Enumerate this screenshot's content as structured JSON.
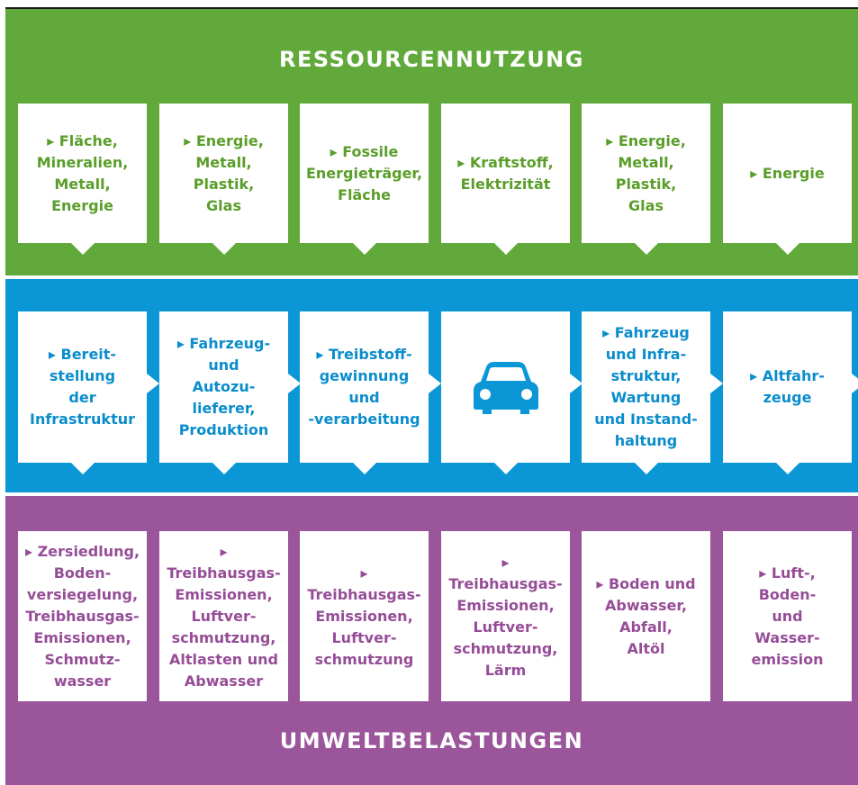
{
  "colors": {
    "green": "#61a93a",
    "blue": "#0b97d6",
    "purple": "#9b559b",
    "dark_line": "#1a1a1a"
  },
  "resource": {
    "title": "RESSOURCENNUTZUNG",
    "boxes": [
      "▸ Fläche,\nMineralien,\nMetall,\nEnergie",
      "▸ Energie,\nMetall,\nPlastik,\nGlas",
      "▸ Fossile\nEnergieträger,\nFläche",
      "▸ Kraftstoff,\nElektrizität",
      "▸ Energie,\nMetall,\nPlastik,\nGlas",
      "▸ Energie"
    ]
  },
  "lifecycle": {
    "boxes": [
      "▸ Bereit-\nstellung\nder\nInfrastruktur",
      "▸ Fahrzeug-\nund\nAutozu-\nlieferer,\nProduktion",
      "▸ Treibstoff-\ngewinnung\nund\n-verarbeitung",
      "",
      "▸ Fahrzeug\nund Infra-\nstruktur,\nWartung\nund Instand-\nhaltung",
      "▸ Altfahr-\nzeuge"
    ],
    "center_icon": "car-icon"
  },
  "environment": {
    "title": "UMWELTBELASTUNGEN",
    "boxes": [
      "▸ Zersiedlung,\nBoden-\nversiegelung,\nTreibhausgas-\nEmissionen,\nSchmutz-\nwasser",
      "▸ Treibhausgas-\nEmissionen,\nLuftver-\nschmutzung,\nAltlasten und\nAbwasser",
      "▸ Treibhausgas-\nEmissionen,\nLuftver-\nschmutzung",
      "▸ Treibhausgas-\nEmissionen,\nLuftver-\nschmutzung,\nLärm",
      "▸ Boden und\nAbwasser,\nAbfall,\nAltöl",
      "▸ Luft-,\nBoden-\nund\nWasser-\nemission"
    ]
  }
}
